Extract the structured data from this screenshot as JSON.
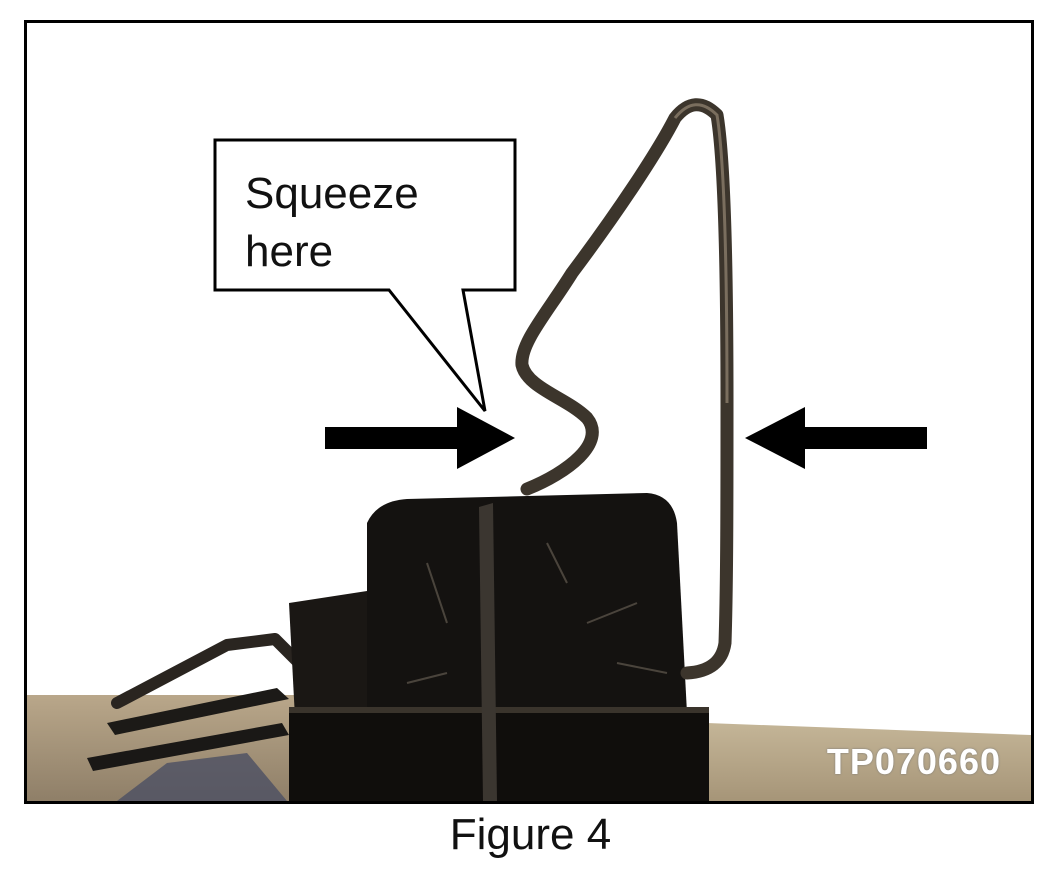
{
  "figure": {
    "callout": "Squeeze\nhere",
    "image_code": "TP070660",
    "caption": "Figure 4"
  }
}
